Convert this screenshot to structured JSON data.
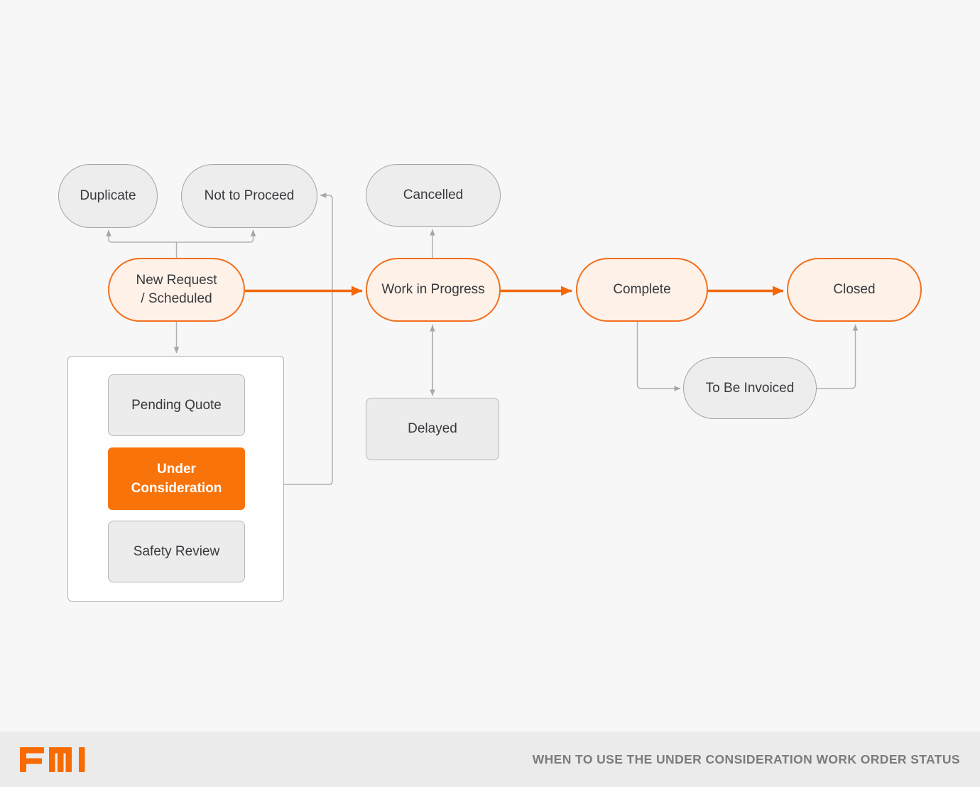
{
  "footer": {
    "logo": "FMI",
    "title": "WHEN TO USE THE UNDER CONSIDERATION WORK ORDER STATUS"
  },
  "colors": {
    "background": "#f7f7f8",
    "footer_background": "#ebebec",
    "accent_orange": "#f2690d",
    "highlight_orange": "#f8730a",
    "pill_orange_fill": "#fdf1e8",
    "pill_orange_border": "#f2701d",
    "gray_fill": "#ededee",
    "gray_border": "#a3a3a7",
    "connector_gray": "#b1b1b5",
    "logo_orange": "#f76b00"
  },
  "diagram": {
    "nodes": {
      "duplicate": {
        "label": "Duplicate"
      },
      "not_to_proceed": {
        "label": "Not to Proceed"
      },
      "cancelled": {
        "label": "Cancelled"
      },
      "new_request": {
        "line1": "New Request",
        "line2": "/ Scheduled"
      },
      "work_in_progress": {
        "label": "Work in Progress"
      },
      "complete": {
        "label": "Complete"
      },
      "closed": {
        "label": "Closed"
      },
      "to_be_invoiced": {
        "label": "To Be Invoiced"
      },
      "delayed": {
        "label": "Delayed"
      },
      "pending_quote": {
        "label": "Pending Quote"
      },
      "under_consideration": {
        "line1": "Under",
        "line2": "Consideration"
      },
      "safety_review": {
        "label": "Safety Review"
      }
    },
    "edges": [
      {
        "from": "new_request",
        "to": "duplicate",
        "style": "gray"
      },
      {
        "from": "new_request",
        "to": "not_to_proceed",
        "style": "gray"
      },
      {
        "from": "work_in_progress",
        "to": "cancelled",
        "style": "gray"
      },
      {
        "from": "work_in_progress",
        "to": "delayed",
        "style": "gray-bidirectional"
      },
      {
        "from": "new_request",
        "to": "sub_status_group",
        "style": "gray"
      },
      {
        "from": "sub_status_group",
        "to": "pending_quote",
        "style": "gray"
      },
      {
        "from": "sub_status_group",
        "to": "under_consideration",
        "style": "gray"
      },
      {
        "from": "sub_status_group",
        "to": "safety_review",
        "style": "gray"
      },
      {
        "from": "sub_status_group",
        "to": "not_to_proceed",
        "style": "gray"
      },
      {
        "from": "new_request",
        "to": "work_in_progress",
        "style": "orange"
      },
      {
        "from": "work_in_progress",
        "to": "complete",
        "style": "orange"
      },
      {
        "from": "complete",
        "to": "closed",
        "style": "orange"
      },
      {
        "from": "complete",
        "to": "to_be_invoiced",
        "style": "gray"
      },
      {
        "from": "to_be_invoiced",
        "to": "closed",
        "style": "gray"
      }
    ]
  }
}
